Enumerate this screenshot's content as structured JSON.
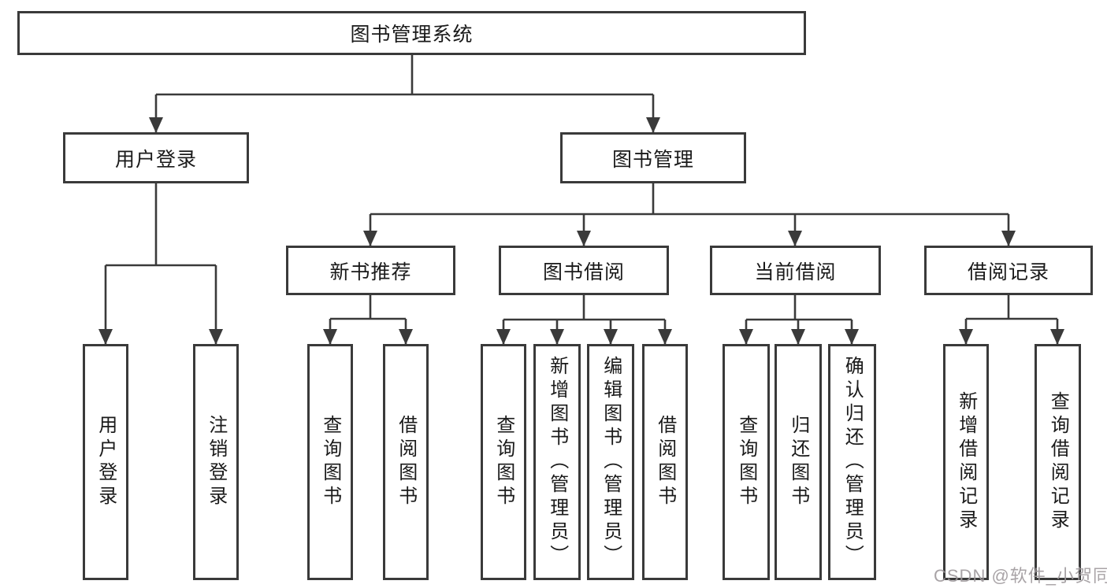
{
  "diagram": {
    "root": {
      "label": "图书管理系统"
    },
    "branches": [
      {
        "label": "用户登录",
        "children": [
          {
            "label": "用户登录"
          },
          {
            "label": "注销登录"
          }
        ]
      },
      {
        "label": "图书管理",
        "children": [
          {
            "label": "新书推荐",
            "children": [
              {
                "label": "查询图书"
              },
              {
                "label": "借阅图书"
              }
            ]
          },
          {
            "label": "图书借阅",
            "children": [
              {
                "label": "查询图书"
              },
              {
                "label": "新增图书（管理员）"
              },
              {
                "label": "编辑图书（管理员）"
              },
              {
                "label": "借阅图书"
              }
            ]
          },
          {
            "label": "当前借阅",
            "children": [
              {
                "label": "查询图书"
              },
              {
                "label": "归还图书"
              },
              {
                "label": "确认归还（管理员）"
              }
            ]
          },
          {
            "label": "借阅记录",
            "children": [
              {
                "label": "新增借阅记录"
              },
              {
                "label": "查询借阅记录"
              }
            ]
          }
        ]
      }
    ]
  },
  "watermark": {
    "text": "CSDN @软件_小贺同学"
  },
  "colors": {
    "line": "#3a3a3a",
    "box_border": "#3a3a3a",
    "text": "#1a1a1a",
    "watermark": "rgba(158,153,156,0.9)",
    "background": "#ffffff"
  }
}
